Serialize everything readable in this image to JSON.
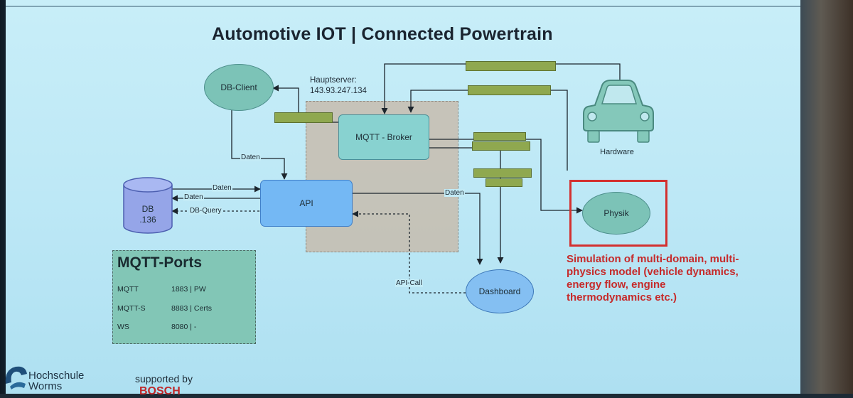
{
  "title": "Automotive IOT | Connected Powertrain",
  "server": {
    "label": "Hauptserver:",
    "ip": "143.93.247.134"
  },
  "nodes": {
    "db_client": "DB-Client",
    "mqtt_broker": "MQTT - Broker",
    "api": "API",
    "db_name": "DB",
    "db_id": ".136",
    "dashboard": "Dashboard",
    "physik": "Physik",
    "hardware": "Hardware"
  },
  "edge_labels": {
    "daten_client_api": "Daten",
    "daten_api_db": "Daten",
    "daten_db_api": "Daten",
    "db_query": "DB-Query",
    "daten_api_dash": "Daten",
    "api_call": "API-Call"
  },
  "ports": {
    "title": "MQTT-Ports",
    "rows": [
      {
        "name": "MQTT",
        "value": "1883 | PW"
      },
      {
        "name": "MQTT-S",
        "value": "8883 | Certs"
      },
      {
        "name": "WS",
        "value": "8080 | -"
      }
    ]
  },
  "simulation_text": "Simulation of multi-domain, multi-physics model (vehicle dynamics, energy flow, engine thermodynamics etc.)",
  "footer": {
    "university_line1": "Hochschule",
    "university_line2": "Worms",
    "supported_by": "supported by",
    "sponsor": "BOSCH"
  },
  "colors": {
    "slide_bg": "#bde8f6",
    "broker": "#88d2d0",
    "api": "#74b8f4",
    "ellipse": "#7cc3b7",
    "highlight": "#d3302f",
    "green_label": "#8fa84f"
  },
  "icons": [
    "car-icon",
    "database-icon",
    "hochschule-logo"
  ]
}
